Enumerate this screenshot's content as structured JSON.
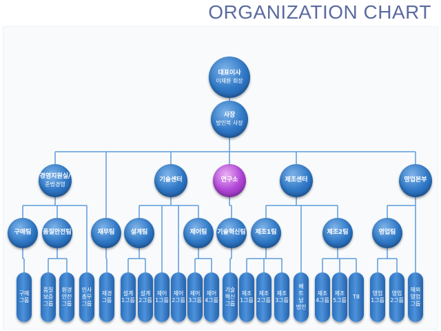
{
  "title": "ORGANIZATION CHART",
  "nodes": [
    {
      "id": "ceo",
      "lines": [
        "대표이사",
        "이재환 회장"
      ]
    },
    {
      "id": "president",
      "lines": [
        "사장",
        "방인복 사장"
      ]
    },
    {
      "id": "mgmt",
      "lines": [
        "경영지원실/",
        "준법경영"
      ]
    },
    {
      "id": "tech",
      "lines": [
        "기술센터"
      ]
    },
    {
      "id": "lab",
      "lines": [
        "연구소"
      ],
      "color": "purple"
    },
    {
      "id": "mfg",
      "lines": [
        "제조센터"
      ]
    },
    {
      "id": "sales",
      "lines": [
        "영업본부"
      ]
    },
    {
      "id": "purchase_team",
      "lines": [
        "구매팀"
      ]
    },
    {
      "id": "quality_team",
      "lines": [
        "품질안전팀"
      ]
    },
    {
      "id": "finance_team",
      "lines": [
        "재무팀"
      ]
    },
    {
      "id": "design_team",
      "lines": [
        "설계팀"
      ]
    },
    {
      "id": "control_team",
      "lines": [
        "제어팀"
      ]
    },
    {
      "id": "innovation_team",
      "lines": [
        "기술혁신팀"
      ]
    },
    {
      "id": "mfg1_team",
      "lines": [
        "제조1팀"
      ]
    },
    {
      "id": "mfg2_team",
      "lines": [
        "제조2팀"
      ]
    },
    {
      "id": "sales_team",
      "lines": [
        "영업팀"
      ]
    },
    {
      "id": "g_purchase",
      "lines": [
        "구매",
        "그룹"
      ]
    },
    {
      "id": "g_quality",
      "lines": [
        "품질",
        "보증",
        "그룹"
      ]
    },
    {
      "id": "g_safety",
      "lines": [
        "환경",
        "안전",
        "그룹"
      ]
    },
    {
      "id": "g_hr",
      "lines": [
        "인사",
        "총무",
        "그룹"
      ]
    },
    {
      "id": "g_finance",
      "lines": [
        "재경",
        "그룹"
      ]
    },
    {
      "id": "g_design1",
      "lines": [
        "설계",
        "1그룹"
      ]
    },
    {
      "id": "g_design2",
      "lines": [
        "설계",
        "2그룹"
      ]
    },
    {
      "id": "g_ctrl1",
      "lines": [
        "제어",
        "1그룹"
      ]
    },
    {
      "id": "g_ctrl2",
      "lines": [
        "제어",
        "2그룹"
      ]
    },
    {
      "id": "g_ctrl3",
      "lines": [
        "제어",
        "3그룹"
      ]
    },
    {
      "id": "g_ctrl4",
      "lines": [
        "제어",
        "4그룹"
      ]
    },
    {
      "id": "g_innov",
      "lines": [
        "기술",
        "혁신",
        "그룹"
      ]
    },
    {
      "id": "g_mfg1",
      "lines": [
        "제조",
        "1그룹"
      ]
    },
    {
      "id": "g_mfg2",
      "lines": [
        "제조",
        "2그룹"
      ]
    },
    {
      "id": "g_mfg3",
      "lines": [
        "제조",
        "3그룹"
      ]
    },
    {
      "id": "g_vietnam",
      "lines": [
        "베",
        "트",
        "남",
        "법인"
      ]
    },
    {
      "id": "g_mfg4",
      "lines": [
        "제조",
        "4그룹"
      ]
    },
    {
      "id": "g_mfg5",
      "lines": [
        "제조",
        "5그룹"
      ]
    },
    {
      "id": "g_t8",
      "lines": [
        "T8"
      ]
    },
    {
      "id": "g_sales1",
      "lines": [
        "영업",
        "1그룹"
      ]
    },
    {
      "id": "g_sales2",
      "lines": [
        "영업",
        "2그룹"
      ]
    },
    {
      "id": "g_overseas",
      "lines": [
        "해외",
        "영업",
        "그룹"
      ]
    }
  ],
  "edges": [
    [
      "ceo",
      "president"
    ],
    [
      "president",
      "mgmt"
    ],
    [
      "president",
      "tech"
    ],
    [
      "president",
      "lab"
    ],
    [
      "president",
      "mfg"
    ],
    [
      "president",
      "sales"
    ],
    [
      "president",
      "finance_team"
    ],
    [
      "mgmt",
      "purchase_team"
    ],
    [
      "mgmt",
      "quality_team"
    ],
    [
      "mgmt",
      "g_hr"
    ],
    [
      "purchase_team",
      "g_purchase"
    ],
    [
      "quality_team",
      "g_quality"
    ],
    [
      "quality_team",
      "g_safety"
    ],
    [
      "finance_team",
      "g_finance"
    ],
    [
      "tech",
      "design_team"
    ],
    [
      "tech",
      "control_team"
    ],
    [
      "design_team",
      "g_design1"
    ],
    [
      "design_team",
      "g_design2"
    ],
    [
      "control_team",
      "g_ctrl3"
    ],
    [
      "control_team",
      "g_ctrl4"
    ],
    [
      "tech",
      "g_ctrl1"
    ],
    [
      "tech",
      "g_ctrl2"
    ],
    [
      "lab",
      "innovation_team"
    ],
    [
      "innovation_team",
      "g_innov"
    ],
    [
      "mfg",
      "mfg1_team"
    ],
    [
      "mfg",
      "mfg2_team"
    ],
    [
      "mfg",
      "g_vietnam"
    ],
    [
      "mfg1_team",
      "g_mfg1"
    ],
    [
      "mfg1_team",
      "g_mfg2"
    ],
    [
      "mfg1_team",
      "g_mfg3"
    ],
    [
      "mfg2_team",
      "g_mfg4"
    ],
    [
      "mfg2_team",
      "g_mfg5"
    ],
    [
      "mfg2_team",
      "g_t8"
    ],
    [
      "sales",
      "sales_team"
    ],
    [
      "sales",
      "g_overseas"
    ],
    [
      "sales_team",
      "g_sales1"
    ],
    [
      "sales_team",
      "g_sales2"
    ]
  ]
}
